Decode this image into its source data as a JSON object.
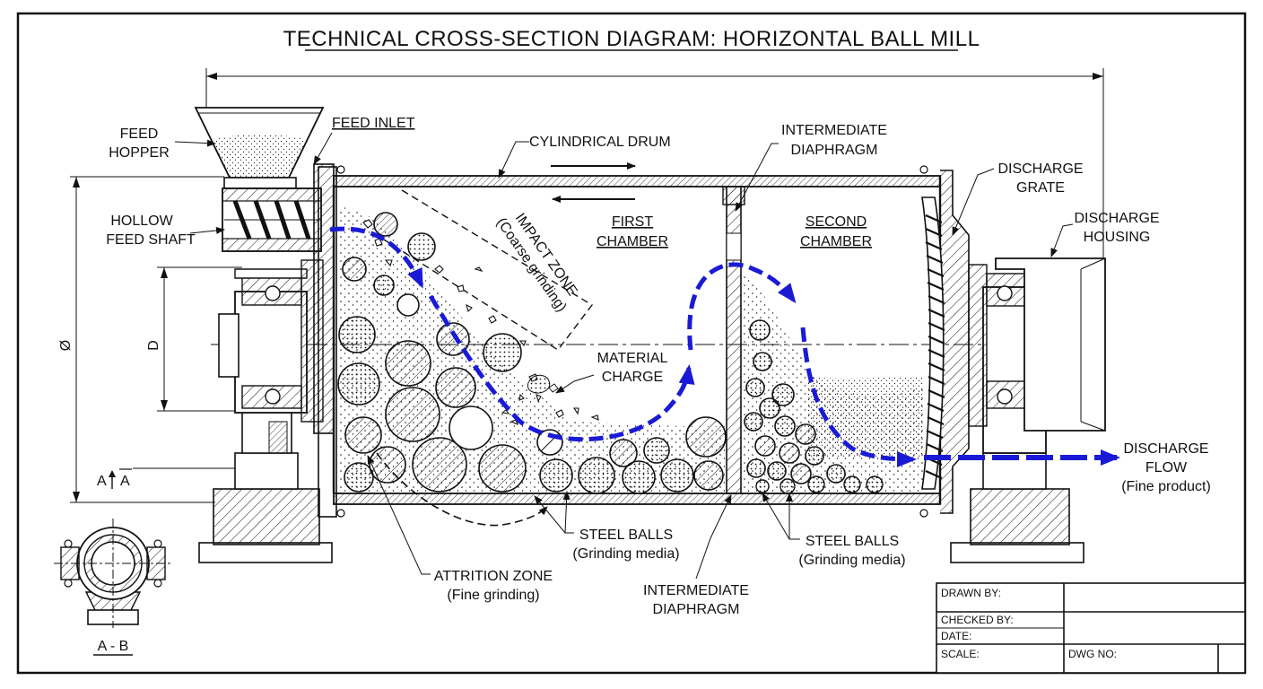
{
  "title": "TECHNICAL CROSS-SECTION DIAGRAM: HORIZONTAL BALL MILL",
  "labels": {
    "feed_hopper": [
      "FEED",
      "HOPPER"
    ],
    "feed_inlet": "FEED INLET",
    "hollow_feed_shaft": [
      "HOLLOW",
      "FEED SHAFT"
    ],
    "cylindrical_drum": "CYLINDRICAL DRUM",
    "intermediate_diaphragm_top": [
      "INTERMEDIATE",
      "DIAPHRAGM"
    ],
    "discharge_grate": [
      "DISCHARGE",
      "GRATE"
    ],
    "discharge_housing": [
      "DISCHARGE",
      "HOUSING"
    ],
    "first_chamber": [
      "FIRST",
      "CHAMBER"
    ],
    "second_chamber": [
      "SECOND",
      "CHAMBER"
    ],
    "impact_zone": [
      "IMPACT ZONE",
      "(Coarse grinding)"
    ],
    "material_charge": [
      "MATERIAL",
      "CHARGE"
    ],
    "discharge_flow": [
      "DISCHARGE",
      "FLOW",
      "(Fine product)"
    ],
    "steel_balls_1": [
      "STEEL BALLS",
      "(Grinding media)"
    ],
    "steel_balls_2": [
      "STEEL BALLS",
      "(Grinding media)"
    ],
    "attrition_zone": [
      "ATTRITION ZONE",
      "(Fine grinding)"
    ],
    "intermediate_diaphragm_bottom": [
      "INTERMEDIATE",
      "DIAPHRAGM"
    ],
    "dim_outer": "Ø",
    "dim_inner": "D",
    "section_aa": "A",
    "section_aa_b": "A",
    "section_ab": "A - B"
  },
  "title_block": {
    "drawn_by": "DRAWN BY:",
    "checked_by": "CHECKED BY:",
    "date": "DATE:",
    "scale": "SCALE:",
    "dwg_no": "DWG NO:"
  },
  "colors": {
    "ink": "#111111",
    "flow": "#1a1ad6"
  }
}
